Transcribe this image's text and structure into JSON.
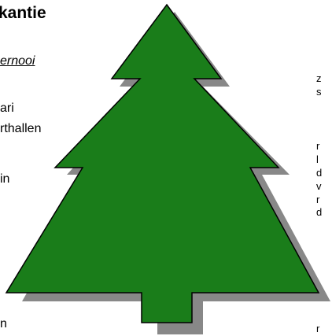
{
  "document": {
    "heading": "kantie",
    "subheading": "ernooi",
    "left_lines": [
      "ari",
      "rthallen",
      "in",
      "n"
    ]
  },
  "right_column": {
    "fragment_a": "z\ns",
    "fragment_b": "r\nl\nd\nv\nr\nd",
    "fragment_c": "r"
  },
  "tree": {
    "fill_color": "#1a7d1a",
    "shadow_color": "#888888",
    "outline_color": "#000000"
  }
}
